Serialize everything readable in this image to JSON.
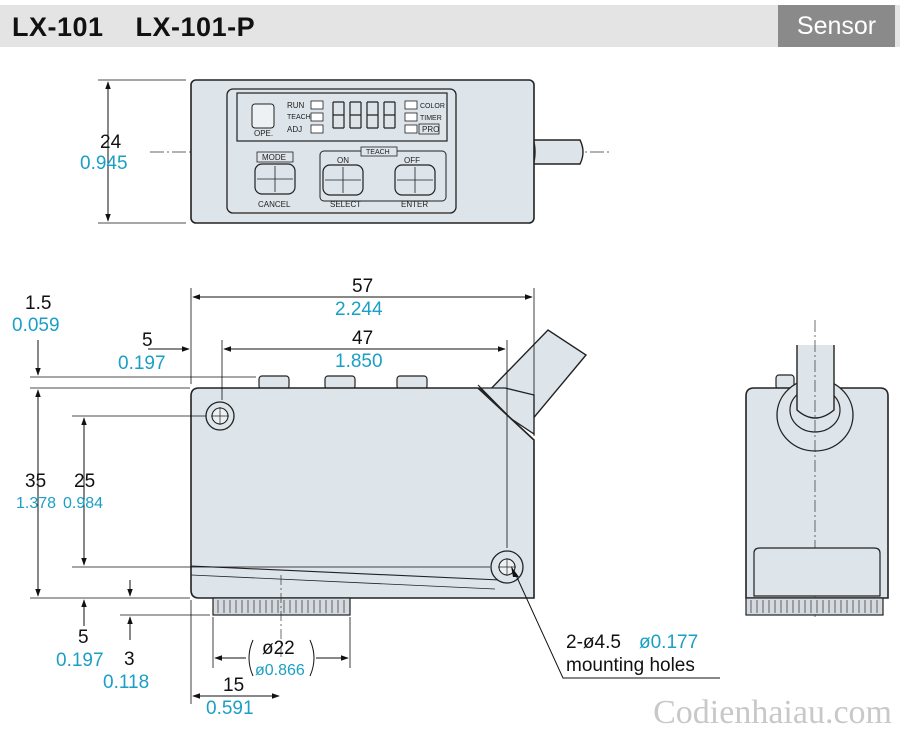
{
  "header": {
    "title": "LX-101    LX-101-P",
    "badge": "Sensor"
  },
  "front_view": {
    "panel": {
      "ope": "OPE.",
      "run": "RUN",
      "teach": "TEACH",
      "adj": "ADJ",
      "color": "COLOR",
      "timer": "TIMER",
      "pro": "PRO",
      "mode": "MODE",
      "teach_group": "TEACH",
      "on": "ON",
      "off": "OFF",
      "cancel": "CANCEL",
      "select": "SELECT",
      "enter": "ENTER"
    },
    "height": {
      "mm": "24",
      "inch": "0.945"
    }
  },
  "side_view": {
    "length": {
      "mm": "57",
      "inch": "2.244"
    },
    "pitch": {
      "mm": "47",
      "inch": "1.850"
    },
    "left_offset": {
      "mm": "5",
      "inch": "0.197"
    },
    "top_offset": {
      "mm": "1.5",
      "inch": "0.059"
    },
    "height": {
      "mm": "35",
      "inch": "1.378"
    },
    "hole_pitch": {
      "mm": "25",
      "inch": "0.984"
    },
    "bottom_offset": {
      "mm": "5",
      "inch": "0.197"
    },
    "knob_height": {
      "mm": "3",
      "inch": "0.118"
    },
    "knob_diameter": {
      "mm": "ø22",
      "inch": "ø0.866"
    },
    "knob_offset": {
      "mm": "15",
      "inch": "0.591"
    },
    "holes": {
      "mm": "2-ø4.5",
      "inch": "ø0.177",
      "label": "mounting holes"
    }
  },
  "watermark": "Codienhaiau.com"
}
